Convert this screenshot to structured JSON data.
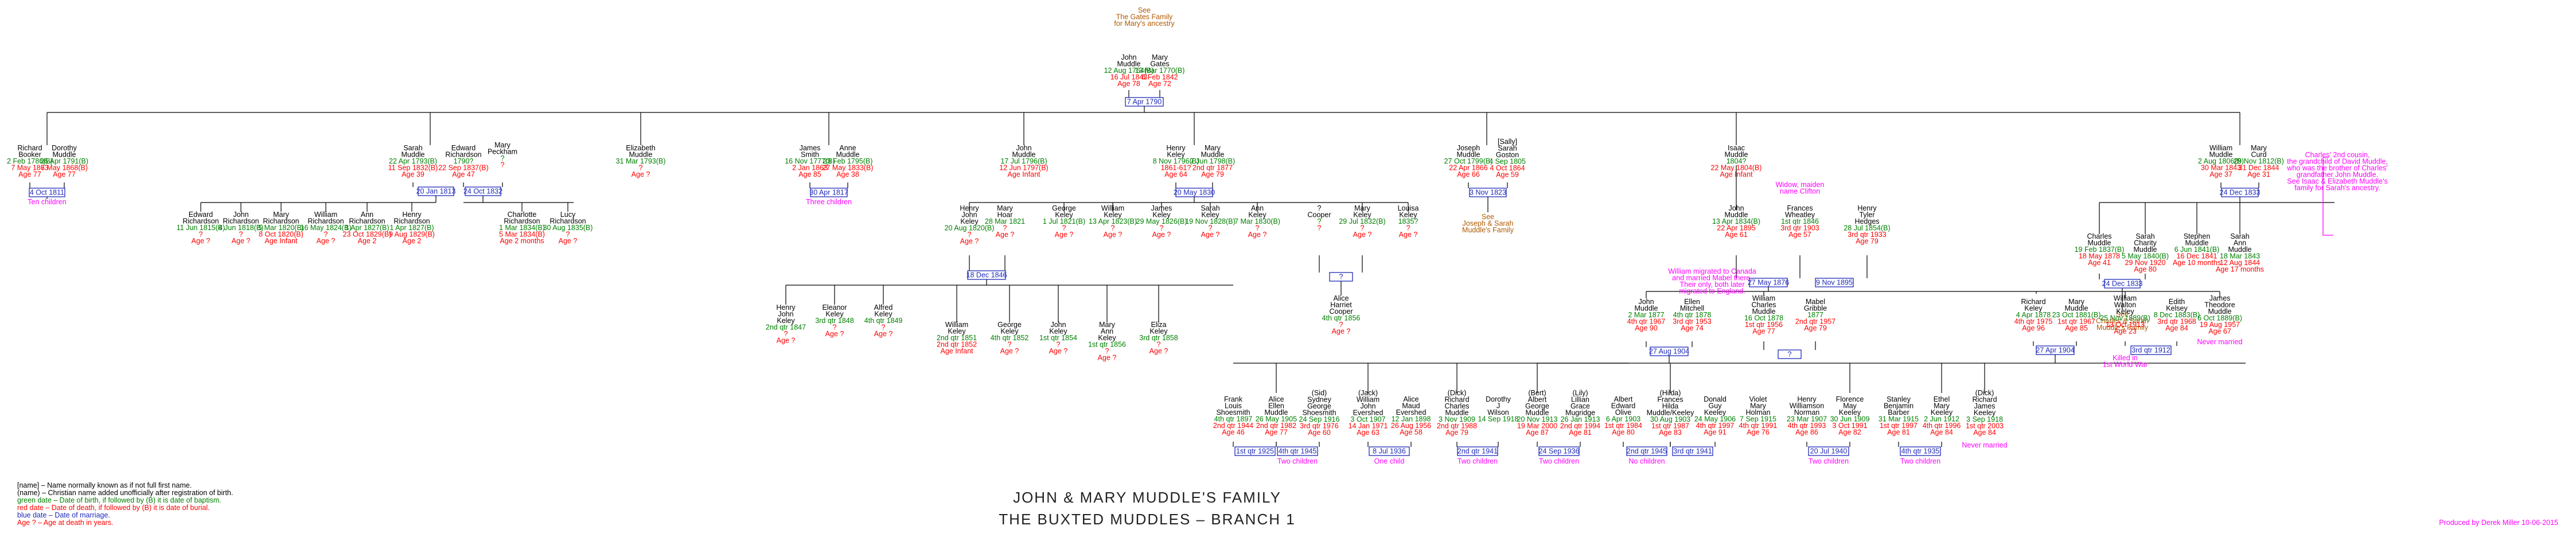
{
  "title_line1": "JOHN & MARY MUDDLE'S FAMILY",
  "title_line2": "THE BUXTED MUDDLES – BRANCH 1",
  "credit": "Produced by Derek Miller 10-06-2015",
  "legend": [
    {
      "text": "[name] – Name normally known as if not full first name.",
      "color": "black"
    },
    {
      "text": "(name) – Christian name added unofficially after registration of birth.",
      "color": "black"
    },
    {
      "text": "green date – Date of birth, if followed by (B) it is date of baptism.",
      "color": "green"
    },
    {
      "text": "red date – Date of death, if followed by (B) it is date of burial.",
      "color": "red"
    },
    {
      "text": "blue date – Date of marriage.",
      "color": "blue"
    },
    {
      "text": "Age ? – Age at death in years.",
      "color": "red"
    }
  ],
  "top_note": [
    "See",
    "The Gates Family",
    "for Mary's ancestry"
  ],
  "people": {
    "john_sr": [
      "John",
      "Muddle",
      "12 Aug 1764(B)",
      "16 Jul 1843",
      "Age 78"
    ],
    "mary_gates": [
      "Mary",
      "Gates",
      "13 Mar 1770(B)",
      "6 Feb 1842",
      "Age 72"
    ],
    "richard_booker": [
      "Richard",
      "Booker",
      "2 Feb 1786(B)",
      "7 May 1863",
      "Age 77"
    ],
    "dorothy": [
      "Dorothy",
      "Muddle",
      "26 Apr 1791(B)",
      "7 May 1868(B)",
      "Age 77"
    ],
    "sarah_m": [
      "Sarah",
      "Muddle",
      "22 Apr 1793(B)",
      "11 Sep 1832(B)",
      "Age 39"
    ],
    "edward_r": [
      "Edward",
      "Richardson",
      "1790?",
      "22 Sep 1837(B)",
      "Age 47"
    ],
    "mary_peckham": [
      "Mary",
      "Peckham",
      "?",
      "?",
      ""
    ],
    "elizabeth": [
      "Elizabeth",
      "Muddle",
      "31 Mar 1793(B)",
      "?",
      "Age ?"
    ],
    "james_smith": [
      "James",
      "Smith",
      "16 Nov 1777(B)",
      "2 Jan 1863",
      "Age 85"
    ],
    "anne": [
      "Anne",
      "Muddle",
      "23 Feb 1795(B)",
      "27 May 1833(B)",
      "Age 38"
    ],
    "john_m2": [
      "John",
      "Muddle",
      "17 Jul 1796(B)",
      "12 Jun 1797(B)",
      "Age Infant"
    ],
    "henry_keley": [
      "Henry",
      "Keley",
      "8 Nov 1796(B)",
      "1861-61?",
      "Age 64"
    ],
    "mary_m2": [
      "Mary",
      "Muddle",
      "7 Jun 1798(B)",
      "2nd qtr 1877",
      "Age 79"
    ],
    "joseph": [
      "Joseph",
      "Muddle",
      "27 Oct 1799(B)",
      "22 Apr 1866",
      "Age 66"
    ],
    "sally_goston": [
      "[Sally]",
      "Sarah",
      "Goston",
      "4 Sep 1805",
      "4 Oct 1864",
      "Age 59"
    ],
    "isaac": [
      "Isaac",
      "Muddle",
      "1804?",
      "22 May 1804(B)",
      "Age Infant"
    ],
    "william_m": [
      "William",
      "Muddle",
      "2 Aug 1806(B)",
      "30 Mar 1843",
      "Age 37"
    ],
    "mary_curd": [
      "Mary",
      "Curd",
      "29 Nov 1812(B)",
      "31 Dec 1844",
      "Age 31"
    ],
    "edward_r2": [
      "Edward",
      "Richardson",
      "11 Jun 1815(B)",
      "?",
      "Age ?"
    ],
    "john_r": [
      "John",
      "Richardson",
      "4 Jun 1818(B)",
      "?",
      "Age ?"
    ],
    "mary_r": [
      "Mary",
      "Richardson",
      "5 Mar 1820(B)",
      "8 Oct 1820(B)",
      "Age Infant"
    ],
    "william_r": [
      "William",
      "Richardson",
      "16 May 1824(B)",
      "?",
      "Age ?"
    ],
    "ann_r": [
      "Ann",
      "Richardson",
      "1 Apr 1827(B)",
      "23 Oct 1829(B)",
      "Age 2"
    ],
    "henry_r": [
      "Henry",
      "Richardson",
      "1 Apr 1827(B)",
      "9 Aug 1829(B)",
      "Age 2"
    ],
    "charlotte_r": [
      "Charlotte",
      "Richardson",
      "1 Mar 1834(B)",
      "5 Mar 1834(B)",
      "Age 2 months"
    ],
    "lucy_r": [
      "Lucy",
      "Richardson",
      "30 Aug 1835(B)",
      "?",
      "Age ?"
    ],
    "henry_john_keley": [
      "Henry",
      "John",
      "Keley",
      "20 Aug 1820(B)",
      "?",
      "Age ?"
    ],
    "mary_hoar": [
      "Mary",
      "Hoar",
      "28 Mar 1821",
      "?",
      "Age ?"
    ],
    "george_keley": [
      "George",
      "Keley",
      "1 Jul 1821(B)",
      "?",
      "Age ?"
    ],
    "william_keley": [
      "William",
      "Keley",
      "13 Apr 1823(B)",
      "?",
      "Age ?"
    ],
    "james_keley": [
      "James",
      "Keley",
      "29 May 1826(B)",
      "?",
      "Age ?"
    ],
    "sarah_keley": [
      "Sarah",
      "Keley",
      "19 Nov 1828(B)",
      "?",
      "Age ?"
    ],
    "ann_keley": [
      "Ann",
      "Keley",
      "7 Mar 1830(B)",
      "?",
      "Age ?"
    ],
    "cooper": [
      "?",
      "Cooper",
      "?",
      "?",
      ""
    ],
    "mary_keley": [
      "Mary",
      "Keley",
      "29 Jul 1832(B)",
      "?",
      "Age ?"
    ],
    "louisa_keley": [
      "Louisa",
      "Keley",
      "1835?",
      "?",
      "Age ?"
    ],
    "john_m3": [
      "John",
      "Muddle",
      "13 Apr 1834(B)",
      "22 Apr 1895",
      "Age 61"
    ],
    "frances_wheatley": [
      "Frances",
      "Wheatley",
      "1st qtr 1846",
      "3rd qtr 1903",
      "Age 57"
    ],
    "henry_tyler": [
      "Henry",
      "Tyler",
      "Hedges",
      "28 Jul 1854(B)",
      "3rd qtr 1933",
      "Age 79"
    ],
    "charles_m": [
      "Charles",
      "Muddle",
      "19 Feb 1837(B)",
      "18 May 1878",
      "Age 41"
    ],
    "sarah_charity": [
      "Sarah",
      "Charity",
      "Muddle",
      "5 May 1840(B)",
      "29 Nov 1920",
      "Age 80"
    ],
    "stephen_m": [
      "Stephen",
      "Muddle",
      "6 Jun 1841(B)",
      "16 Dec 1841",
      "Age 10 months"
    ],
    "sarah_ann": [
      "Sarah",
      "Ann",
      "Muddle",
      "18 Mar 1843",
      "12 Aug 1844",
      "Age 17 months"
    ],
    "henry_john_k2": [
      "Henry",
      "John",
      "Keley",
      "2nd qtr 1847",
      "?",
      "Age ?"
    ],
    "eleanor_keley": [
      "Eleanor",
      "Keley",
      "3rd qtr 1848",
      "?",
      "Age ?"
    ],
    "alfred_keley": [
      "Alfred",
      "Keley",
      "4th qtr 1849",
      "?",
      "Age ?"
    ],
    "william_k2": [
      "William",
      "Keley",
      "2nd qtr 1851",
      "2nd qtr 1852",
      "Age Infant"
    ],
    "george_k2": [
      "George",
      "Keley",
      "4th qtr 1852",
      "?",
      "Age ?"
    ],
    "john_keley": [
      "John",
      "Keley",
      "1st qtr 1854",
      "?",
      "Age ?"
    ],
    "mary_ann_keley": [
      "Mary",
      "Ann",
      "Keley",
      "1st qtr 1856",
      "?",
      "Age ?"
    ],
    "eliza_keley": [
      "Eliza",
      "Keley",
      "3rd qtr 1858",
      "?",
      "Age ?"
    ],
    "alice_cooper": [
      "Alice",
      "Harriet",
      "Cooper",
      "4th qtr 1856",
      "?",
      "Age ?"
    ],
    "john_m4": [
      "John",
      "Muddle",
      "2 Mar 1877",
      "4th qtr 1967",
      "Age 90"
    ],
    "ellen_mitchell": [
      "Ellen",
      "Mitchell",
      "4th qtr 1878",
      "3rd qtr 1953",
      "Age 74"
    ],
    "william_charles": [
      "William",
      "Charles",
      "Muddle",
      "16 Oct 1878",
      "1st qtr 1956",
      "Age 77"
    ],
    "mabel_gribble": [
      "Mabel",
      "Gribble",
      "1877",
      "2nd qtr 1957",
      "Age 79"
    ],
    "richard_keley": [
      "Richard",
      "Keley",
      "4 Apr 1878",
      "4th qtr 1975",
      "Age 96"
    ],
    "mary_m5": [
      "Mary",
      "Muddle",
      "23 Oct 1881(B)",
      "1st qtr 1967",
      "Age 85"
    ],
    "william_walton": [
      "William",
      "Walton",
      "Keley",
      "25 Nov 1889(B)",
      "13 Oct 1913",
      "Age 23"
    ],
    "edith_kelsey": [
      "Edith",
      "Kelsey",
      "8 Dec 1883(B)",
      "3rd qtr 1968",
      "Age 84"
    ],
    "james_theodore": [
      "James",
      "Theodore",
      "Muddle",
      "6 Oct 1889(B)",
      "19 Aug 1957",
      "Age 67"
    ],
    "frank_louis": [
      "Frank",
      "Louis",
      "Shoesmith",
      "4th qtr 1897",
      "2nd qtr 1944",
      "Age 46"
    ],
    "alice_ellen": [
      "Alice",
      "Ellen",
      "Muddle",
      "26 May 1905",
      "2nd qtr 1982",
      "Age 77"
    ],
    "sydney_george": [
      "(Sid)",
      "Sydney",
      "George",
      "Shoesmith",
      "24 Sep 1916",
      "3rd qtr 1976",
      "Age 60"
    ],
    "william_john_evershed": [
      "(Jack)",
      "William",
      "John",
      "Evershed",
      "3 Oct 1907",
      "14 Jan 1971",
      "Age 63"
    ],
    "alice_maud": [
      "Alice",
      "Maud",
      "Evershed",
      "12 Jan 1898",
      "26 Aug 1956",
      "Age 58"
    ],
    "richard_charles": [
      "(Dick)",
      "Richard",
      "Charles",
      "Muddle",
      "3 Nov 1909",
      "2nd qtr 1988",
      "Age 79"
    ],
    "dorothy_wilson": [
      "Dorothy",
      "J",
      "Wilson",
      "14 Sep 1918",
      "",
      ""
    ],
    "albert_george": [
      "(Bert)",
      "Albert",
      "George",
      "Muddle",
      "20 Nov 1913",
      "19 Mar 2000",
      "Age 87"
    ],
    "lillian_grace": [
      "(Lily)",
      "Lillian",
      "Grace",
      "Mugridge",
      "26 Jan 1913",
      "2nd qtr 1994",
      "Age 81"
    ],
    "albert_edward": [
      "Albert",
      "Edward",
      "Olive",
      "6 Apr 1903",
      "1st qtr 1984",
      "Age 80"
    ],
    "frances_hilda": [
      "(Hilda)",
      "Frances",
      "Hilda",
      "Muddle/Keeley",
      "30 Aug 1903",
      "1st qtr 1987",
      "Age 83"
    ],
    "donald_guy": [
      "Donald",
      "Guy",
      "Keeley",
      "24 May 1906",
      "4th qtr 1997",
      "Age 91"
    ],
    "violet_mary": [
      "Violet",
      "Mary",
      "Holman",
      "7 Sep 1915",
      "4th qtr 1991",
      "Age 76"
    ],
    "henry_w": [
      "Henry",
      "Williamson",
      "Norman",
      "23 Mar 1907",
      "4th qtr 1993",
      "Age 86"
    ],
    "florence_may": [
      "Florence",
      "May",
      "Keeley",
      "30 Jun 1909",
      "3 Oct 1991",
      "Age 82"
    ],
    "stanley_benjamin": [
      "Stanley",
      "Benjamin",
      "Barber",
      "31 Mar 1915",
      "1st qtr 1997",
      "Age 81"
    ],
    "ethel_mary": [
      "Ethel",
      "Mary",
      "Keeley",
      "2 Jun 1912",
      "4th qtr 1996",
      "Age 84"
    ],
    "richard_james": [
      "(Dick)",
      "Richard",
      "James",
      "Keeley",
      "3 Sep 1918",
      "1st qtr 2003",
      "Age 84"
    ]
  },
  "marriages": {
    "m_top": "7 Apr 1790",
    "m_booker": "4 Oct 1811",
    "m_sarah_edw": "20 Jan 1813",
    "m_edw_mary": "24 Oct 1832",
    "m_smith_anne": "30 Apr 1817",
    "m_keley": "20 May 1830",
    "m_joseph": "3 Nov 1823",
    "m_william": "24 Dec 1833",
    "m_hj_hoar": "18 Dec 1846",
    "m_cooper": "?",
    "m_john_fw": "27 May 1876",
    "m_fw_tyler": "9 Nov 1895",
    "m_john_ellen": "27 Aug 1904",
    "m_wc_mabel": "?",
    "m_rich_mary": "27 Apr 1904",
    "m_walton_edith": "3rd qtr 1912",
    "m_frank_alice": "1st qtr 1925",
    "m_sid_alice": "4th qtr 1945",
    "m_jack_alice": "8 Jul 1936",
    "m_dick_dorothy": "2nd qtr 1941",
    "m_bert_lily": "24 Sep 1936",
    "m_albert_hilda": "2nd qtr 1945",
    "m_donald_violet": "3rd qtr 1941",
    "m_henry_florence": "20 Jul 1940",
    "m_stanley_ethel": "4th qtr 1935"
  },
  "notes": {
    "ten_children": "Ten children",
    "three_children": "Three children",
    "see_joseph": [
      "See",
      "Joseph & Sarah",
      "Muddle's Family"
    ],
    "widow_note": [
      "Widow, maiden",
      "name Clifton"
    ],
    "migrated_note": [
      "William migrated to Canada",
      "and married Mabel there.",
      "Their only, both later",
      "migrated to England."
    ],
    "charles_note": [
      "Charles' 2nd cousin,",
      "the grandchild of David Muddle,",
      "who was the brother of Charles'",
      "grandfather John Muddle.",
      "See Isaac & Elizabeth Muddle's",
      "family for Sarah's ancestry."
    ],
    "see_charles": [
      "See",
      "Charles & Sarah",
      "Muddle's Family"
    ],
    "killed_ww1": [
      "Killed in",
      "1st World War"
    ],
    "never_married": "Never married",
    "one_child": "One child",
    "two_children": "Two children",
    "no_children": "No children"
  }
}
